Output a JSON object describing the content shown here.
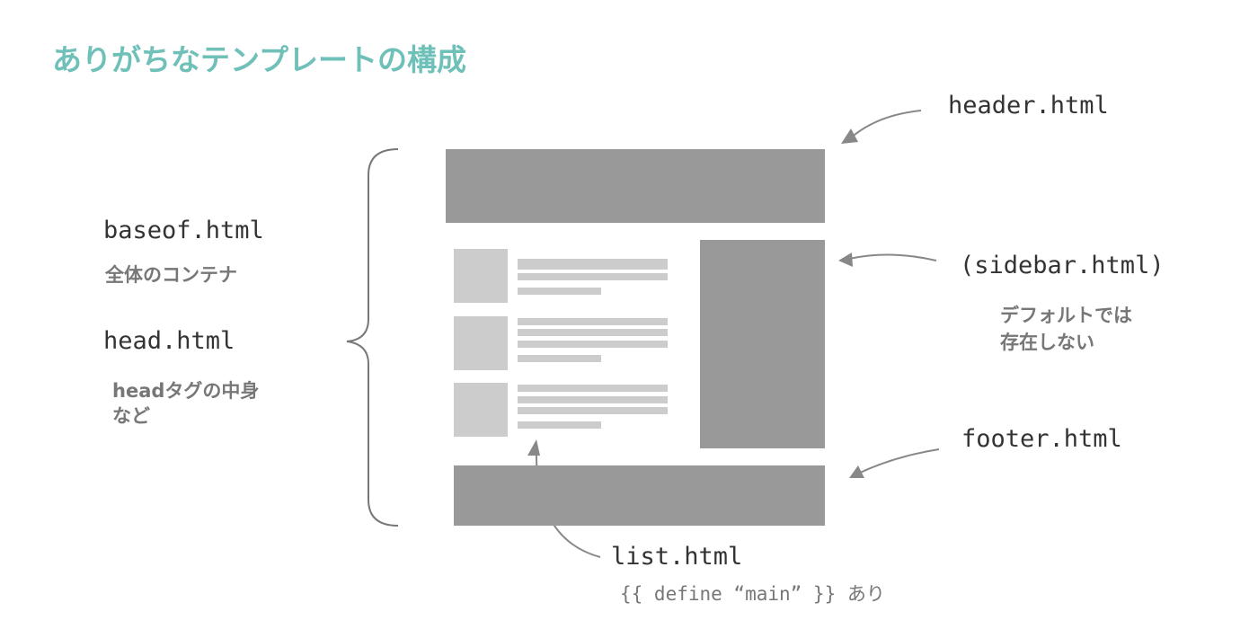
{
  "title": "ありがちなテンプレートの構成",
  "labels": {
    "header": "header.html",
    "sidebar": "(sidebar.html)",
    "sidebar_note_1": "デフォルトでは",
    "sidebar_note_2": "存在しない",
    "footer": "footer.html",
    "list": "list.html",
    "list_note": "{{ define “main” }} あり",
    "baseof": "baseof.html",
    "baseof_note": "全体のコンテナ",
    "head": "head.html",
    "head_note_1": "headタグの中身",
    "head_note_2": "など"
  },
  "colors": {
    "title": "#6fc0b8",
    "block": "#999999",
    "placeholder": "#cccccc",
    "arrow": "#888888"
  }
}
